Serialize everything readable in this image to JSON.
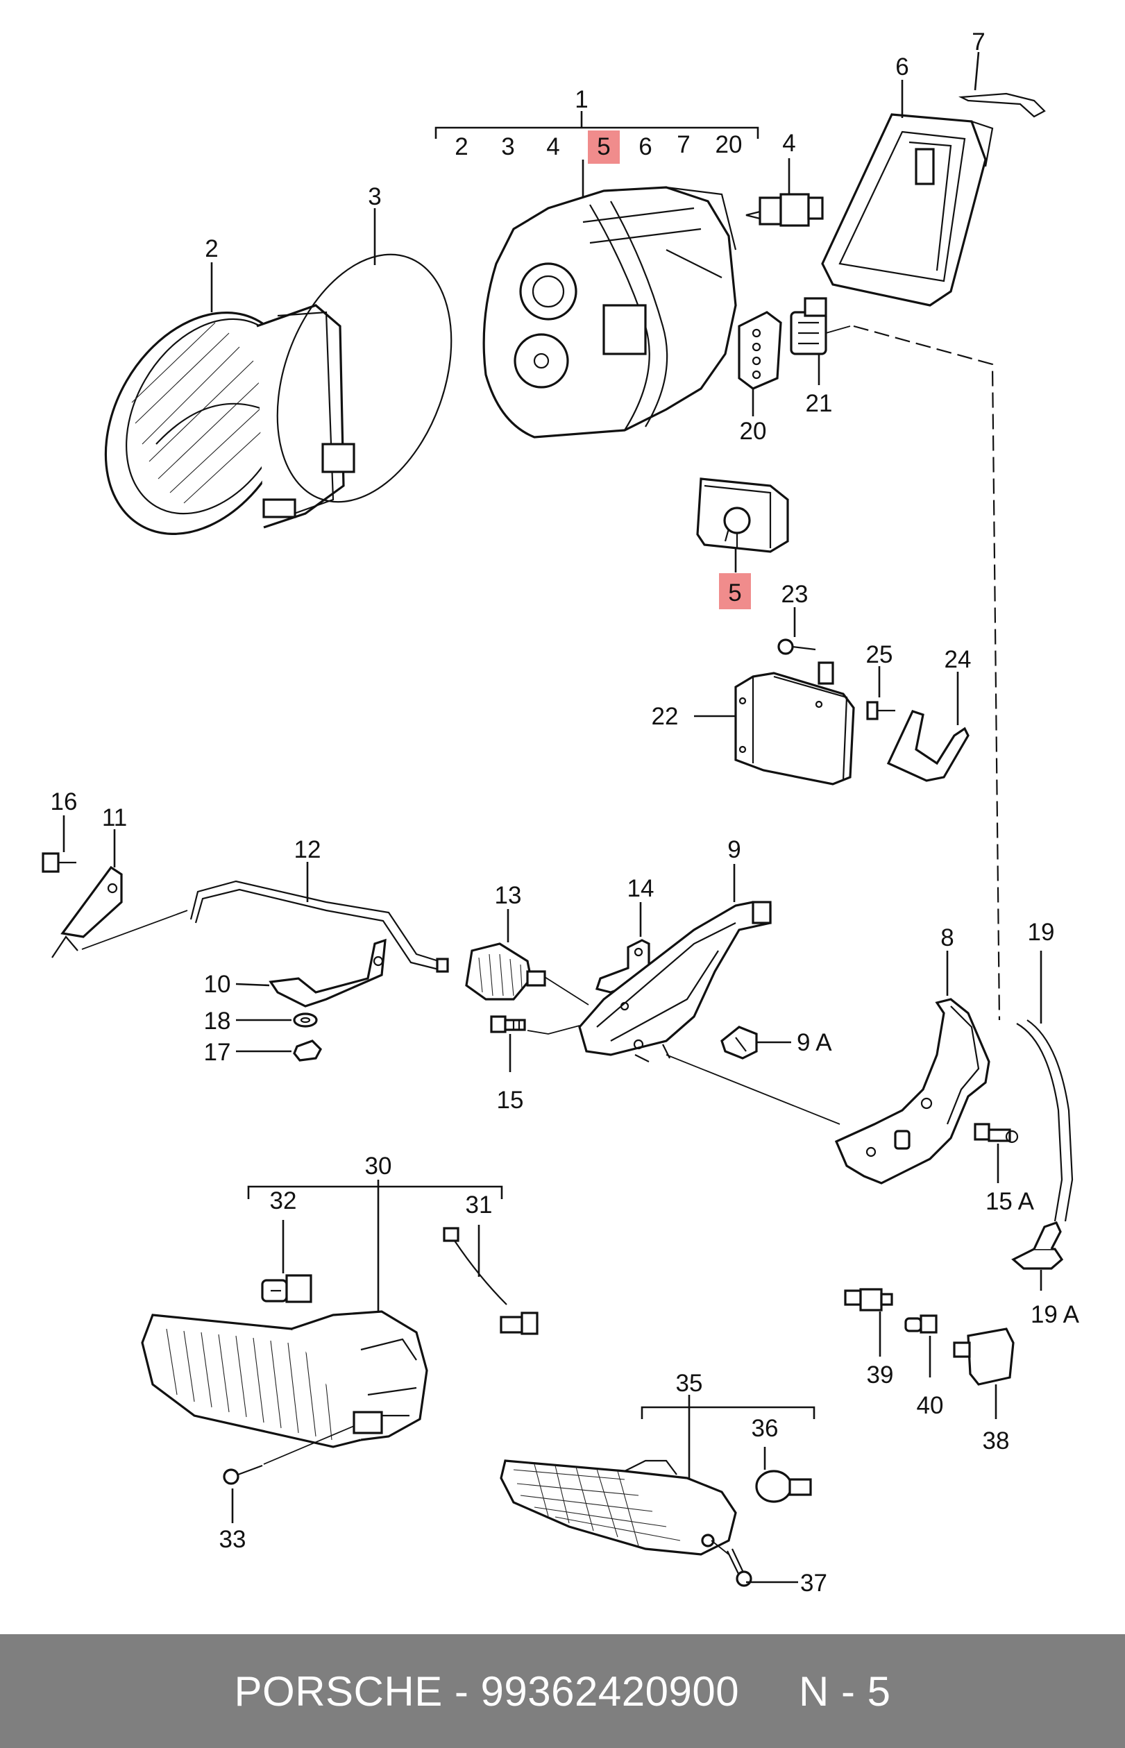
{
  "callouts": {
    "c1": "1",
    "c2": "2",
    "c3": "3",
    "c4": "4",
    "c5": "5",
    "c6": "6",
    "c7": "7",
    "c8": "8",
    "c9": "9",
    "c9a": "9 A",
    "c10": "10",
    "c11": "11",
    "c12": "12",
    "c13": "13",
    "c14": "14",
    "c15": "15",
    "c15a": "15 A",
    "c16": "16",
    "c17": "17",
    "c18": "18",
    "c19": "19",
    "c19a": "19 A",
    "c20": "20",
    "c21": "21",
    "c22": "22",
    "c23": "23",
    "c24": "24",
    "c25": "25",
    "c30": "30",
    "c31": "31",
    "c32": "32",
    "c33": "33",
    "c35": "35",
    "c36": "36",
    "c37": "37",
    "c38": "38",
    "c39": "39",
    "c40": "40"
  },
  "group1_items": [
    "2",
    "3",
    "4",
    "5",
    "6",
    "7",
    "20"
  ],
  "highlight_color": "#f08c8c",
  "footer": {
    "background": "#7f7f7f",
    "text": "PORSCHE - 99362420900     N - 5"
  }
}
